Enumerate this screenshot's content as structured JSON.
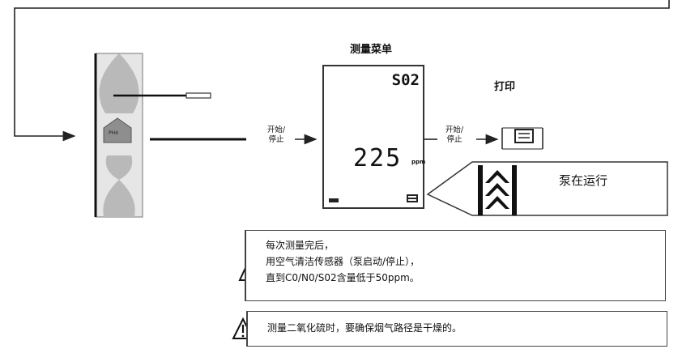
{
  "menu_title": "测量菜单",
  "screen": {
    "gas": "S02",
    "reading": "225",
    "unit": "ppm"
  },
  "start_stop_1": [
    "开始/",
    "停止"
  ],
  "start_stop_2": [
    "开始/",
    "停止"
  ],
  "print_label": "打印",
  "pump_label": "泵在运行",
  "probe_label": "PH4",
  "note1": [
    "每次测量完后，",
    "用空气清洁传感器（泵启动/停止），",
    "直到C0/N0/S02含量低于50ppm。"
  ],
  "note2": "测量二氧化硫时，要确保烟气路径是干燥的。"
}
